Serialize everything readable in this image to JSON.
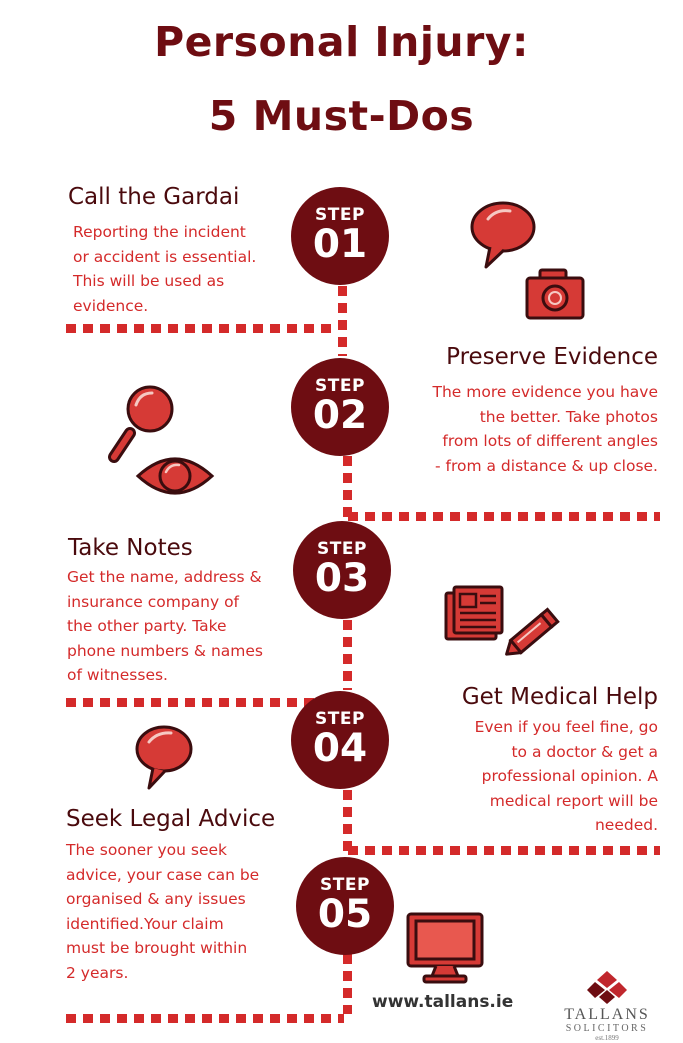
{
  "title": {
    "line1": "Personal Injury:",
    "line2": "5 Must-Dos"
  },
  "steps": [
    {
      "label": "STEP",
      "number": "01",
      "heading": "Call the Gardai",
      "lines": [
        "Reporting the incident",
        "or accident is essential.",
        "This will be used as",
        "evidence."
      ]
    },
    {
      "label": "STEP",
      "number": "02",
      "heading": "Preserve Evidence",
      "lines": [
        "The more evidence you have",
        "the better. Take photos",
        "from lots of different angles",
        "- from a distance & up close."
      ]
    },
    {
      "label": "STEP",
      "number": "03",
      "heading": "Take Notes",
      "lines": [
        "Get  the name, address &",
        "insurance company of",
        "the other party.  Take",
        "phone numbers & names",
        "of witnesses."
      ]
    },
    {
      "label": "STEP",
      "number": "04",
      "heading": "Get Medical Help",
      "lines": [
        "Even if you feel fine, go",
        "to a doctor & get a",
        "professional opinion. A",
        "medical report will be",
        "needed."
      ]
    },
    {
      "label": "STEP",
      "number": "05",
      "heading": "Seek Legal Advice",
      "lines": [
        "The sooner you seek",
        "advice, your case can be",
        "organised & any issues",
        "identified.Your claim",
        "must be brought within",
        "2 years."
      ]
    }
  ],
  "footer": {
    "url": "www.tallans.ie",
    "brand_name": "TALLANS",
    "brand_sub": "SOLICITORS",
    "brand_est": "est.1899"
  },
  "colors": {
    "maroon": "#6e0d12",
    "red": "#d42a2a",
    "icon_red": "#d63a36",
    "outline": "#3a0d0f"
  },
  "icons": [
    "speech-bubble-icon",
    "camera-icon",
    "magnifying-glass-icon",
    "eye-icon",
    "newspaper-icon",
    "pencil-icon",
    "speech-bubble-icon",
    "computer-monitor-icon",
    "tallans-logo"
  ]
}
